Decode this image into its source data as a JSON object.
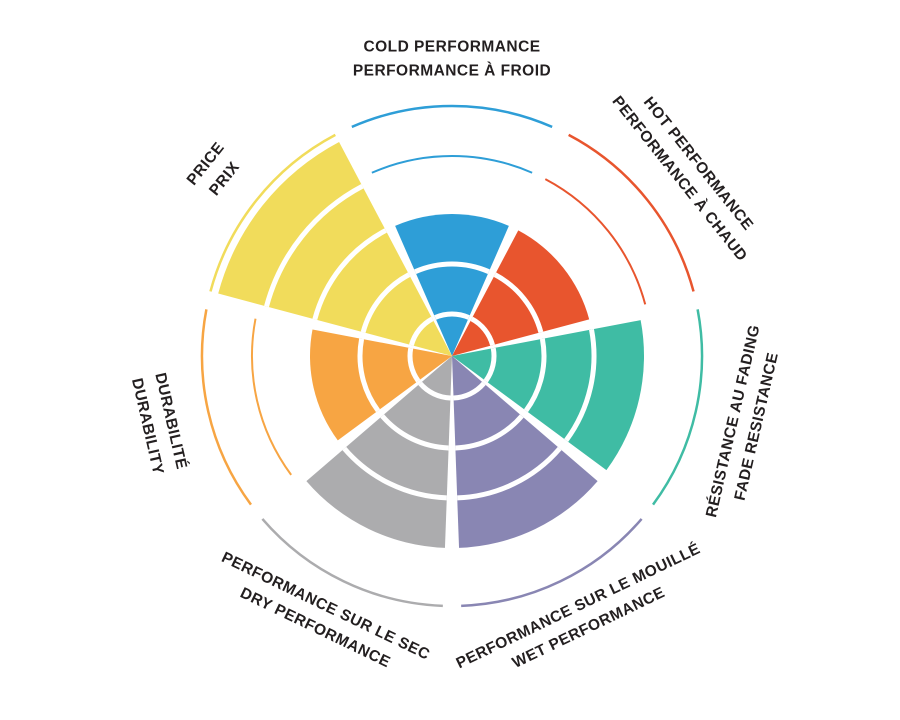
{
  "chart_data": {
    "type": "radial-bar",
    "description": "Tire characteristics rating wheel: seven colored sectors, each filled outward from center to its rating out of 5 concentric rings; unfilled rings shown as thin colored arcs; outer thin arc on every sector.",
    "rings": 5,
    "max_rating": 5,
    "label_color": "#231f20",
    "background": "#ffffff",
    "sectors": [
      {
        "id": "cold",
        "label_line1": "COLD PERFORMANCE",
        "label_line2": "PERFORMANCE À FROID",
        "color": "#2e9ed7",
        "value": 3
      },
      {
        "id": "hot",
        "label_line1": "HOT PERFORMANCE",
        "label_line2": "PERFORMANCE À CHAUD",
        "color": "#e8552e",
        "value": 3
      },
      {
        "id": "fade",
        "label_line1": "RÉSISTANCE AU FADING",
        "label_line2": "FADE RESISTANCE",
        "color": "#3fbca4",
        "value": 4
      },
      {
        "id": "wet",
        "label_line1": "PERFORMANCE SUR LE MOUILLÉ",
        "label_line2": "WET PERFORMANCE",
        "color": "#8986b3",
        "value": 4
      },
      {
        "id": "dry",
        "label_line1": "PERFORMANCE SUR LE SEC",
        "label_line2": "DRY PERFORMANCE",
        "color": "#acacae",
        "value": 4
      },
      {
        "id": "durability",
        "label_line1": "DURABILITÉ",
        "label_line2": "DURABILITY",
        "color": "#f7a543",
        "value": 3
      },
      {
        "id": "price",
        "label_line1": "PRICE",
        "label_line2": "PRIX",
        "color": "#f1dc5b",
        "value": 5
      }
    ],
    "layout": "cold sector centered at top, sectors proceed clockwise: cold, hot, fade, wet, dry, durability, price"
  }
}
